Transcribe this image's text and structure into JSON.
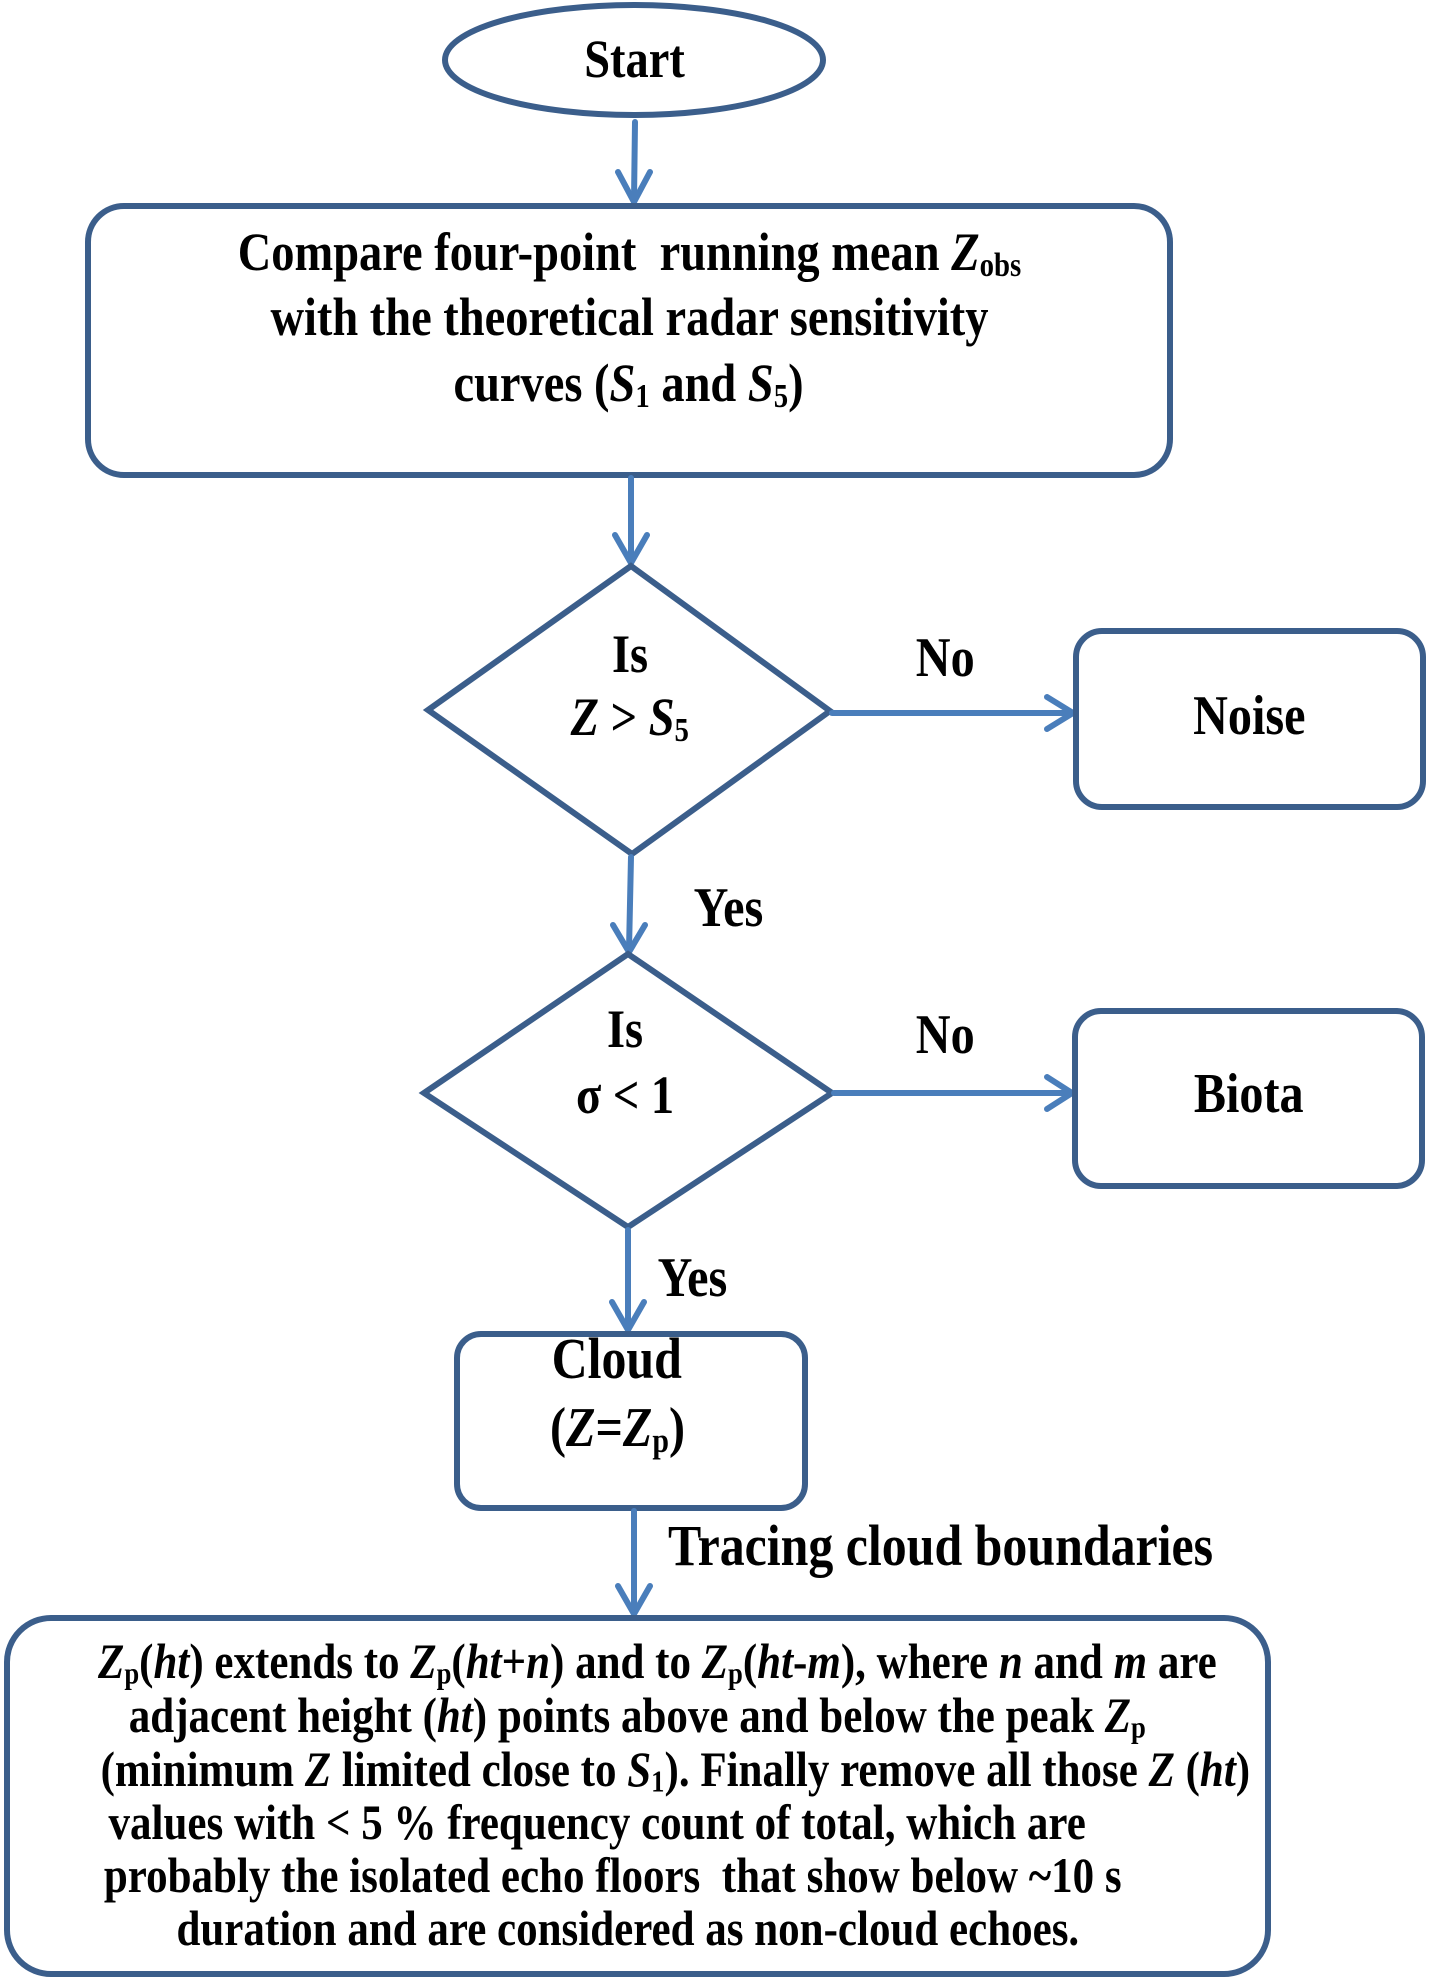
{
  "diagram": {
    "type": "flowchart",
    "colors": {
      "node_border": "#3b5e8b",
      "arrow": "#4a7ebb",
      "text": "#000000",
      "background": "#ffffff"
    },
    "start": {
      "label": "Start"
    },
    "compare": {
      "line1_text": "Compare four-point  running mean ",
      "line1_var": "Z",
      "line1_sub": "obs",
      "line2": "with the theoretical radar sensitivity",
      "line3_prefix": "curves (",
      "line3_var1": "S",
      "line3_sub1": "1",
      "line3_mid": " and ",
      "line3_var2": "S",
      "line3_sub2": "5",
      "line3_suffix": ")"
    },
    "decision1": {
      "line1": "Is",
      "var_left": "Z",
      "op": " > ",
      "var_right": "S",
      "sub_right": "5",
      "no_label": "No",
      "yes_label": "Yes"
    },
    "noise": {
      "label": "Noise"
    },
    "decision2": {
      "line1": "Is",
      "line2": "σ < 1",
      "no_label": "No",
      "yes_label": "Yes"
    },
    "biota": {
      "label": "Biota"
    },
    "cloud": {
      "line1": "Cloud",
      "open": "(",
      "var1": "Z",
      "eq": "=",
      "var2": "Z",
      "sub2": "p",
      "close": ")"
    },
    "tracing_label": "Tracing cloud boundaries",
    "final": {
      "line1": [
        {
          "t": "Z",
          "s": "i"
        },
        {
          "t": "p",
          "s": "sub"
        },
        {
          "t": "(",
          "s": ""
        },
        {
          "t": "ht",
          "s": "i"
        },
        {
          "t": ") extends to ",
          "s": ""
        },
        {
          "t": "Z",
          "s": "i"
        },
        {
          "t": "p",
          "s": "sub"
        },
        {
          "t": "(",
          "s": ""
        },
        {
          "t": "ht",
          "s": "i"
        },
        {
          "t": "+",
          "s": ""
        },
        {
          "t": "n",
          "s": "i"
        },
        {
          "t": ") and to ",
          "s": ""
        },
        {
          "t": "Z",
          "s": "i"
        },
        {
          "t": "p",
          "s": "sub"
        },
        {
          "t": "(",
          "s": ""
        },
        {
          "t": "ht",
          "s": "i"
        },
        {
          "t": "-",
          "s": ""
        },
        {
          "t": "m",
          "s": "i"
        },
        {
          "t": "), where ",
          "s": ""
        },
        {
          "t": "n",
          "s": "i"
        },
        {
          "t": " and ",
          "s": ""
        },
        {
          "t": "m",
          "s": "i"
        },
        {
          "t": " are",
          "s": ""
        }
      ],
      "line2": [
        {
          "t": "adjacent height (",
          "s": ""
        },
        {
          "t": "ht",
          "s": "i"
        },
        {
          "t": ") points above and below the peak ",
          "s": ""
        },
        {
          "t": "Z",
          "s": "i"
        },
        {
          "t": "p",
          "s": "sub"
        }
      ],
      "line3": [
        {
          "t": "(minimum ",
          "s": ""
        },
        {
          "t": "Z",
          "s": "i"
        },
        {
          "t": " limited close to ",
          "s": ""
        },
        {
          "t": "S",
          "s": "i"
        },
        {
          "t": "1",
          "s": "sub"
        },
        {
          "t": "). Finally remove all those ",
          "s": ""
        },
        {
          "t": "Z",
          "s": "i"
        },
        {
          "t": " (",
          "s": ""
        },
        {
          "t": "ht",
          "s": "i"
        },
        {
          "t": ")",
          "s": ""
        }
      ],
      "line4": "values with < 5 % frequency count of total, which are",
      "line5": "probably the isolated echo floors  that show below ~10 s",
      "line6": "duration and are considered as non-cloud echoes."
    }
  }
}
